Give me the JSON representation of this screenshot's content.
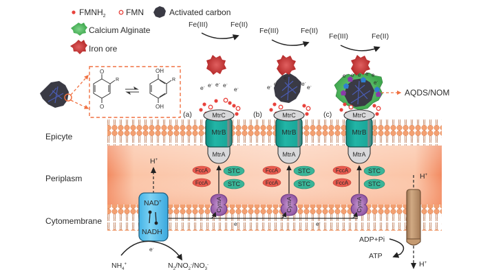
{
  "legend": {
    "fmnh2": "FMNH",
    "fmnh2_sub": "2",
    "fmn": "FMN",
    "activated_carbon": "Activated carbon",
    "calcium_alginate": "Calcium Alginate",
    "iron_ore": "Iron ore"
  },
  "regions": {
    "epicyte": "Epicyte",
    "periplasm": "Periplasm",
    "cytomembrane": "Cytomembrane"
  },
  "panels": [
    {
      "label": "(a)",
      "fe3": "Fe(III)",
      "fe2": "Fe(II)"
    },
    {
      "label": "(b)",
      "fe3": "Fe(III)",
      "fe2": "Fe(II)"
    },
    {
      "label": "(c)",
      "fe3": "Fe(III)",
      "fe2": "Fe(II)"
    }
  ],
  "proteins": {
    "mtrc": "MtrC",
    "mtrb": "MtrB",
    "mtra": "MtrA",
    "fcca": "FccA",
    "stc": "STC",
    "cyma": "CymA"
  },
  "electron": "e",
  "electron_sup": "-",
  "aqds": "AQDS/NOM",
  "nad": "NAD",
  "nad_sup": "+",
  "nadh": "NADH",
  "h_plus": "H",
  "plus": "+",
  "nh4": "NH",
  "nh4_sub": "4",
  "products": {
    "n2": "N",
    "n2_sub": "2",
    "no2": "/NO",
    "no2_sub": "2",
    "no3": "/NO",
    "no3_sub": "3",
    "minus": "-"
  },
  "adp": "ADP+Pi",
  "atp": "ATP",
  "quinone": {
    "o": "O",
    "oh": "OH",
    "r": "R"
  },
  "colors": {
    "fmnh2": "#e8423c",
    "iron_ore": "#c83a3a",
    "alginate": "#5cbf6a",
    "carbon": "#3a3a44",
    "mtrb": "#1aa89a",
    "stc": "#3ab598",
    "fcca": "#e85a4e",
    "cyma": "#9a5fa8",
    "nadh": "#5cc4ec",
    "atpase": "#b8906a",
    "dash": "#f07040",
    "lipid": "#f09a6a",
    "periplasm": "#fbc9ad"
  }
}
